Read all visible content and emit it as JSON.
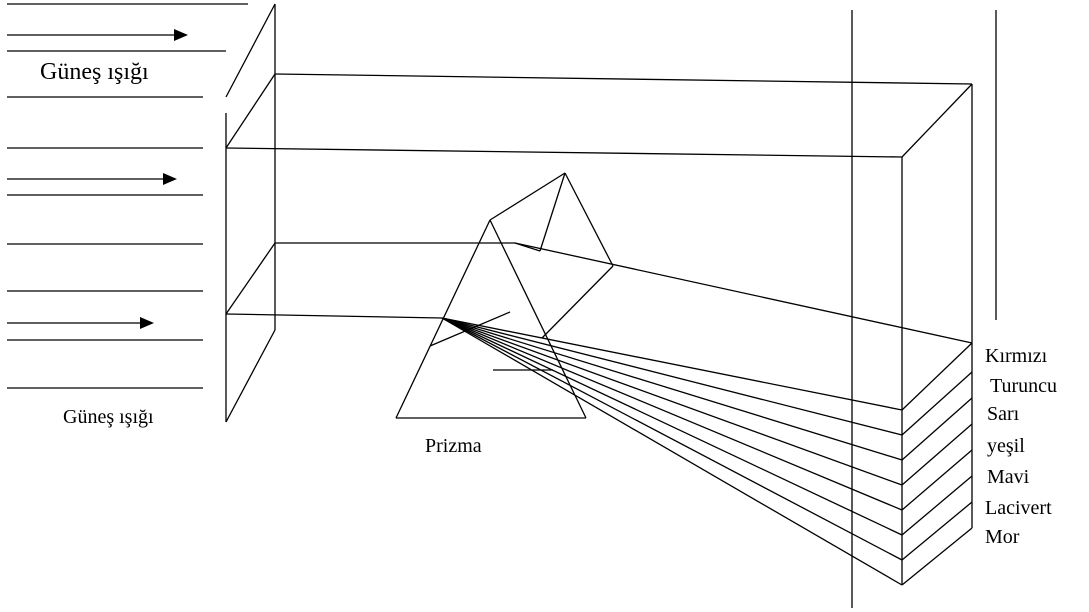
{
  "labels": {
    "sunlight_top": "Güneş ışığı",
    "sunlight_bottom": "Güneş ışığı",
    "prism": "Prizma"
  },
  "spectrum": [
    "Kırmızı",
    "Turuncu",
    "Sarı",
    "yeşil",
    "Mavi",
    "Lacivert",
    "Mor"
  ]
}
